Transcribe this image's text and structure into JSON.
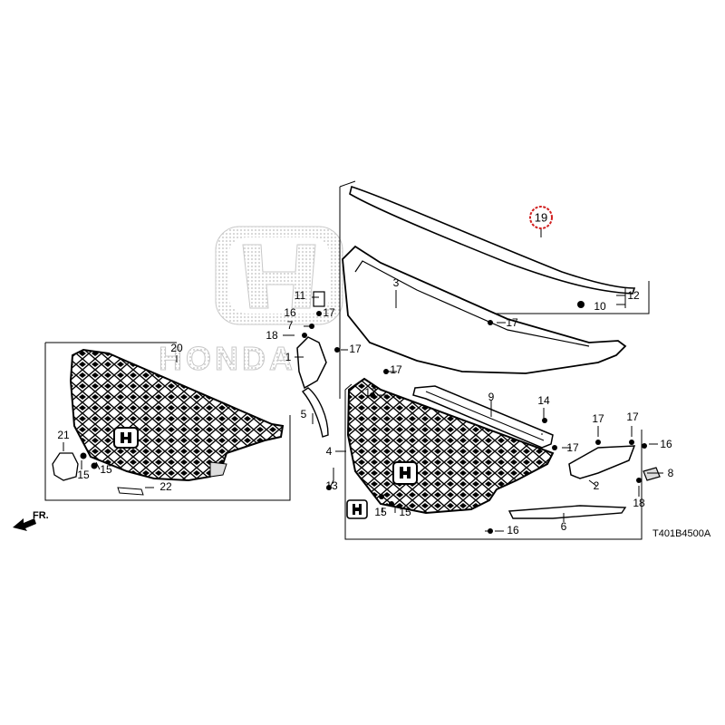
{
  "diagram_code": "T401B4500A",
  "direction_label": "FR.",
  "watermark_text": "HONDA",
  "colors": {
    "line": "#000000",
    "highlight": "#d22020",
    "watermark": "#c8c8c8"
  },
  "callouts": [
    {
      "id": "c1",
      "label": "1"
    },
    {
      "id": "c2",
      "label": "2"
    },
    {
      "id": "c3",
      "label": "3"
    },
    {
      "id": "c4",
      "label": "4"
    },
    {
      "id": "c5",
      "label": "5"
    },
    {
      "id": "c6",
      "label": "6"
    },
    {
      "id": "c7",
      "label": "7"
    },
    {
      "id": "c8",
      "label": "8"
    },
    {
      "id": "c9",
      "label": "9"
    },
    {
      "id": "c10",
      "label": "10"
    },
    {
      "id": "c11",
      "label": "11"
    },
    {
      "id": "c12",
      "label": "12"
    },
    {
      "id": "c13",
      "label": "13"
    },
    {
      "id": "c14",
      "label": "14"
    },
    {
      "id": "c15a",
      "label": "15"
    },
    {
      "id": "c15b",
      "label": "15"
    },
    {
      "id": "c15c",
      "label": "15"
    },
    {
      "id": "c15d",
      "label": "15"
    },
    {
      "id": "c16a",
      "label": "16"
    },
    {
      "id": "c16b",
      "label": "16"
    },
    {
      "id": "c16c",
      "label": "16"
    },
    {
      "id": "c17a",
      "label": "17"
    },
    {
      "id": "c17b",
      "label": "17"
    },
    {
      "id": "c17c",
      "label": "17"
    },
    {
      "id": "c17d",
      "label": "17"
    },
    {
      "id": "c17e",
      "label": "17"
    },
    {
      "id": "c17f",
      "label": "17"
    },
    {
      "id": "c17g",
      "label": "17"
    },
    {
      "id": "c17h",
      "label": "17"
    },
    {
      "id": "c18a",
      "label": "18"
    },
    {
      "id": "c18b",
      "label": "18"
    },
    {
      "id": "c20",
      "label": "20"
    },
    {
      "id": "c21",
      "label": "21"
    },
    {
      "id": "c22",
      "label": "22"
    }
  ],
  "highlighted_callout": {
    "label": "19"
  }
}
